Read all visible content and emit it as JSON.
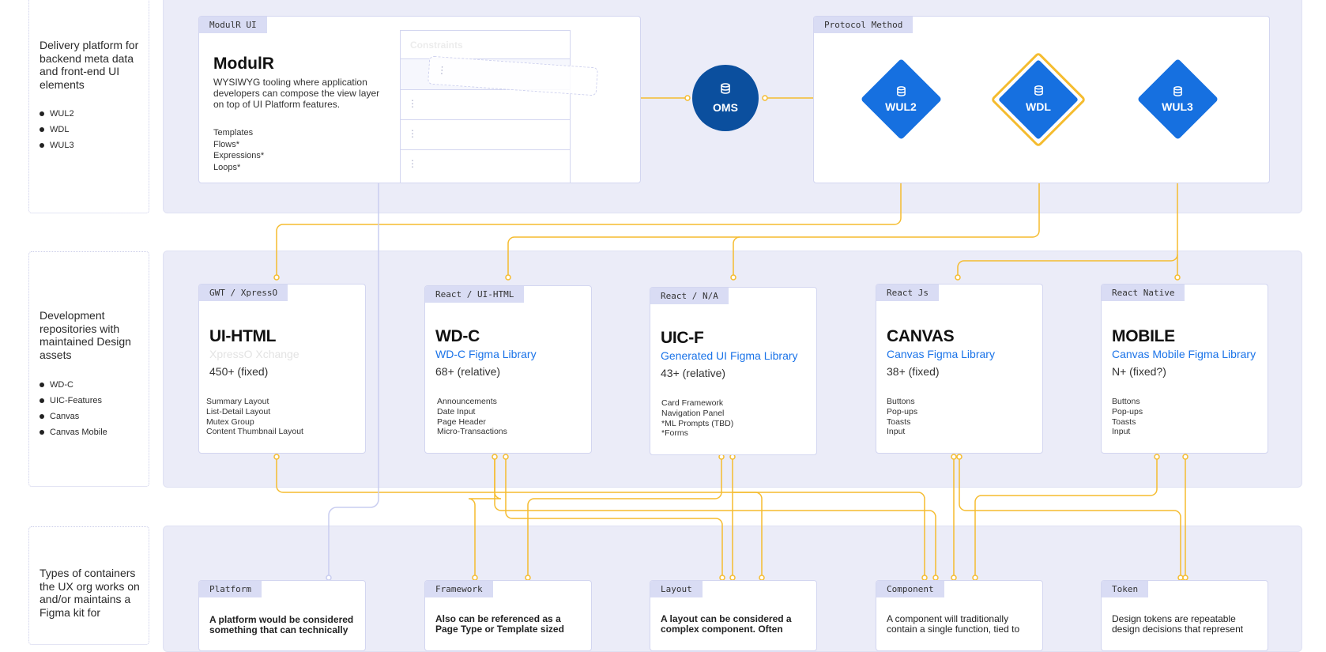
{
  "colors": {
    "connector": "#f5bc2f",
    "band": "#ebecf8",
    "accent_blue": "#1a73e8",
    "diamond": "#1670e0",
    "oms": "#0b4f9e"
  },
  "left_column": [
    {
      "title": "Delivery platform for backend meta data and front-end UI elements",
      "items": [
        "WUL2",
        "WDL",
        "WUL3"
      ]
    },
    {
      "title": "Development repositories with maintained Design assets",
      "items": [
        "WD-C",
        "UIC-Features",
        "Canvas",
        "Canvas Mobile"
      ]
    },
    {
      "title": "Types of containers the UX org works on and/or maintains a Figma kit for",
      "items": []
    }
  ],
  "modulr": {
    "tag": "ModulR UI",
    "title": "ModulR",
    "description": "WYSIWYG tooling where application developers can compose the view layer on top of UI Platform features.",
    "features": [
      "Templates",
      "Flows*",
      "Expressions*",
      "Loops*"
    ],
    "mock_header": "Constraints"
  },
  "oms": {
    "label": "OMS",
    "icon": "database-icon"
  },
  "protocol": {
    "tag": "Protocol Method",
    "diamonds": [
      {
        "label": "WUL2",
        "icon": "database-icon"
      },
      {
        "label": "WDL",
        "icon": "database-icon",
        "highlighted": true
      },
      {
        "label": "WUL3",
        "icon": "database-icon"
      }
    ]
  },
  "repos": [
    {
      "tag": "GWT / XpressO",
      "title": "UI-HTML",
      "library": "XpressO Xchange",
      "library_muted": true,
      "count": "450+ (fixed)",
      "items": [
        "Summary Layout",
        "List-Detail Layout",
        "Mutex Group",
        "Content Thumbnail Layout"
      ]
    },
    {
      "tag": "React / UI-HTML",
      "title": "WD-C",
      "library": "WD-C Figma Library",
      "library_muted": false,
      "count": "68+ (relative)",
      "items": [
        "Announcements",
        "Date Input",
        "Page Header",
        "Micro-Transactions"
      ]
    },
    {
      "tag": "React / N/A",
      "title": "UIC-F",
      "library": "Generated UI Figma Library",
      "library_muted": false,
      "count": "43+ (relative)",
      "items": [
        "Card Framework",
        "Navigation Panel",
        "*ML Prompts (TBD)",
        "*Forms"
      ]
    },
    {
      "tag": "React Js",
      "title": "CANVAS",
      "library": "Canvas Figma Library",
      "library_muted": false,
      "count": "38+ (fixed)",
      "items": [
        "Buttons",
        "Pop-ups",
        "Toasts",
        "Input"
      ]
    },
    {
      "tag": "React Native",
      "title": "MOBILE",
      "library": "Canvas Mobile Figma Library",
      "library_muted": false,
      "count": "N+ (fixed?)",
      "items": [
        "Buttons",
        "Pop-ups",
        "Toasts",
        "Input"
      ]
    }
  ],
  "containers": [
    {
      "tag": "Platform",
      "text": "A platform would be considered something that can technically"
    },
    {
      "tag": "Framework",
      "text": "Also can be referenced as a Page Type or Template sized"
    },
    {
      "tag": "Layout",
      "text": "A layout can be considered a complex component. Often"
    },
    {
      "tag": "Component",
      "text": "A component will traditionally contain a single function, tied to"
    },
    {
      "tag": "Token",
      "text": "Design tokens are repeatable design decisions that represent"
    }
  ]
}
